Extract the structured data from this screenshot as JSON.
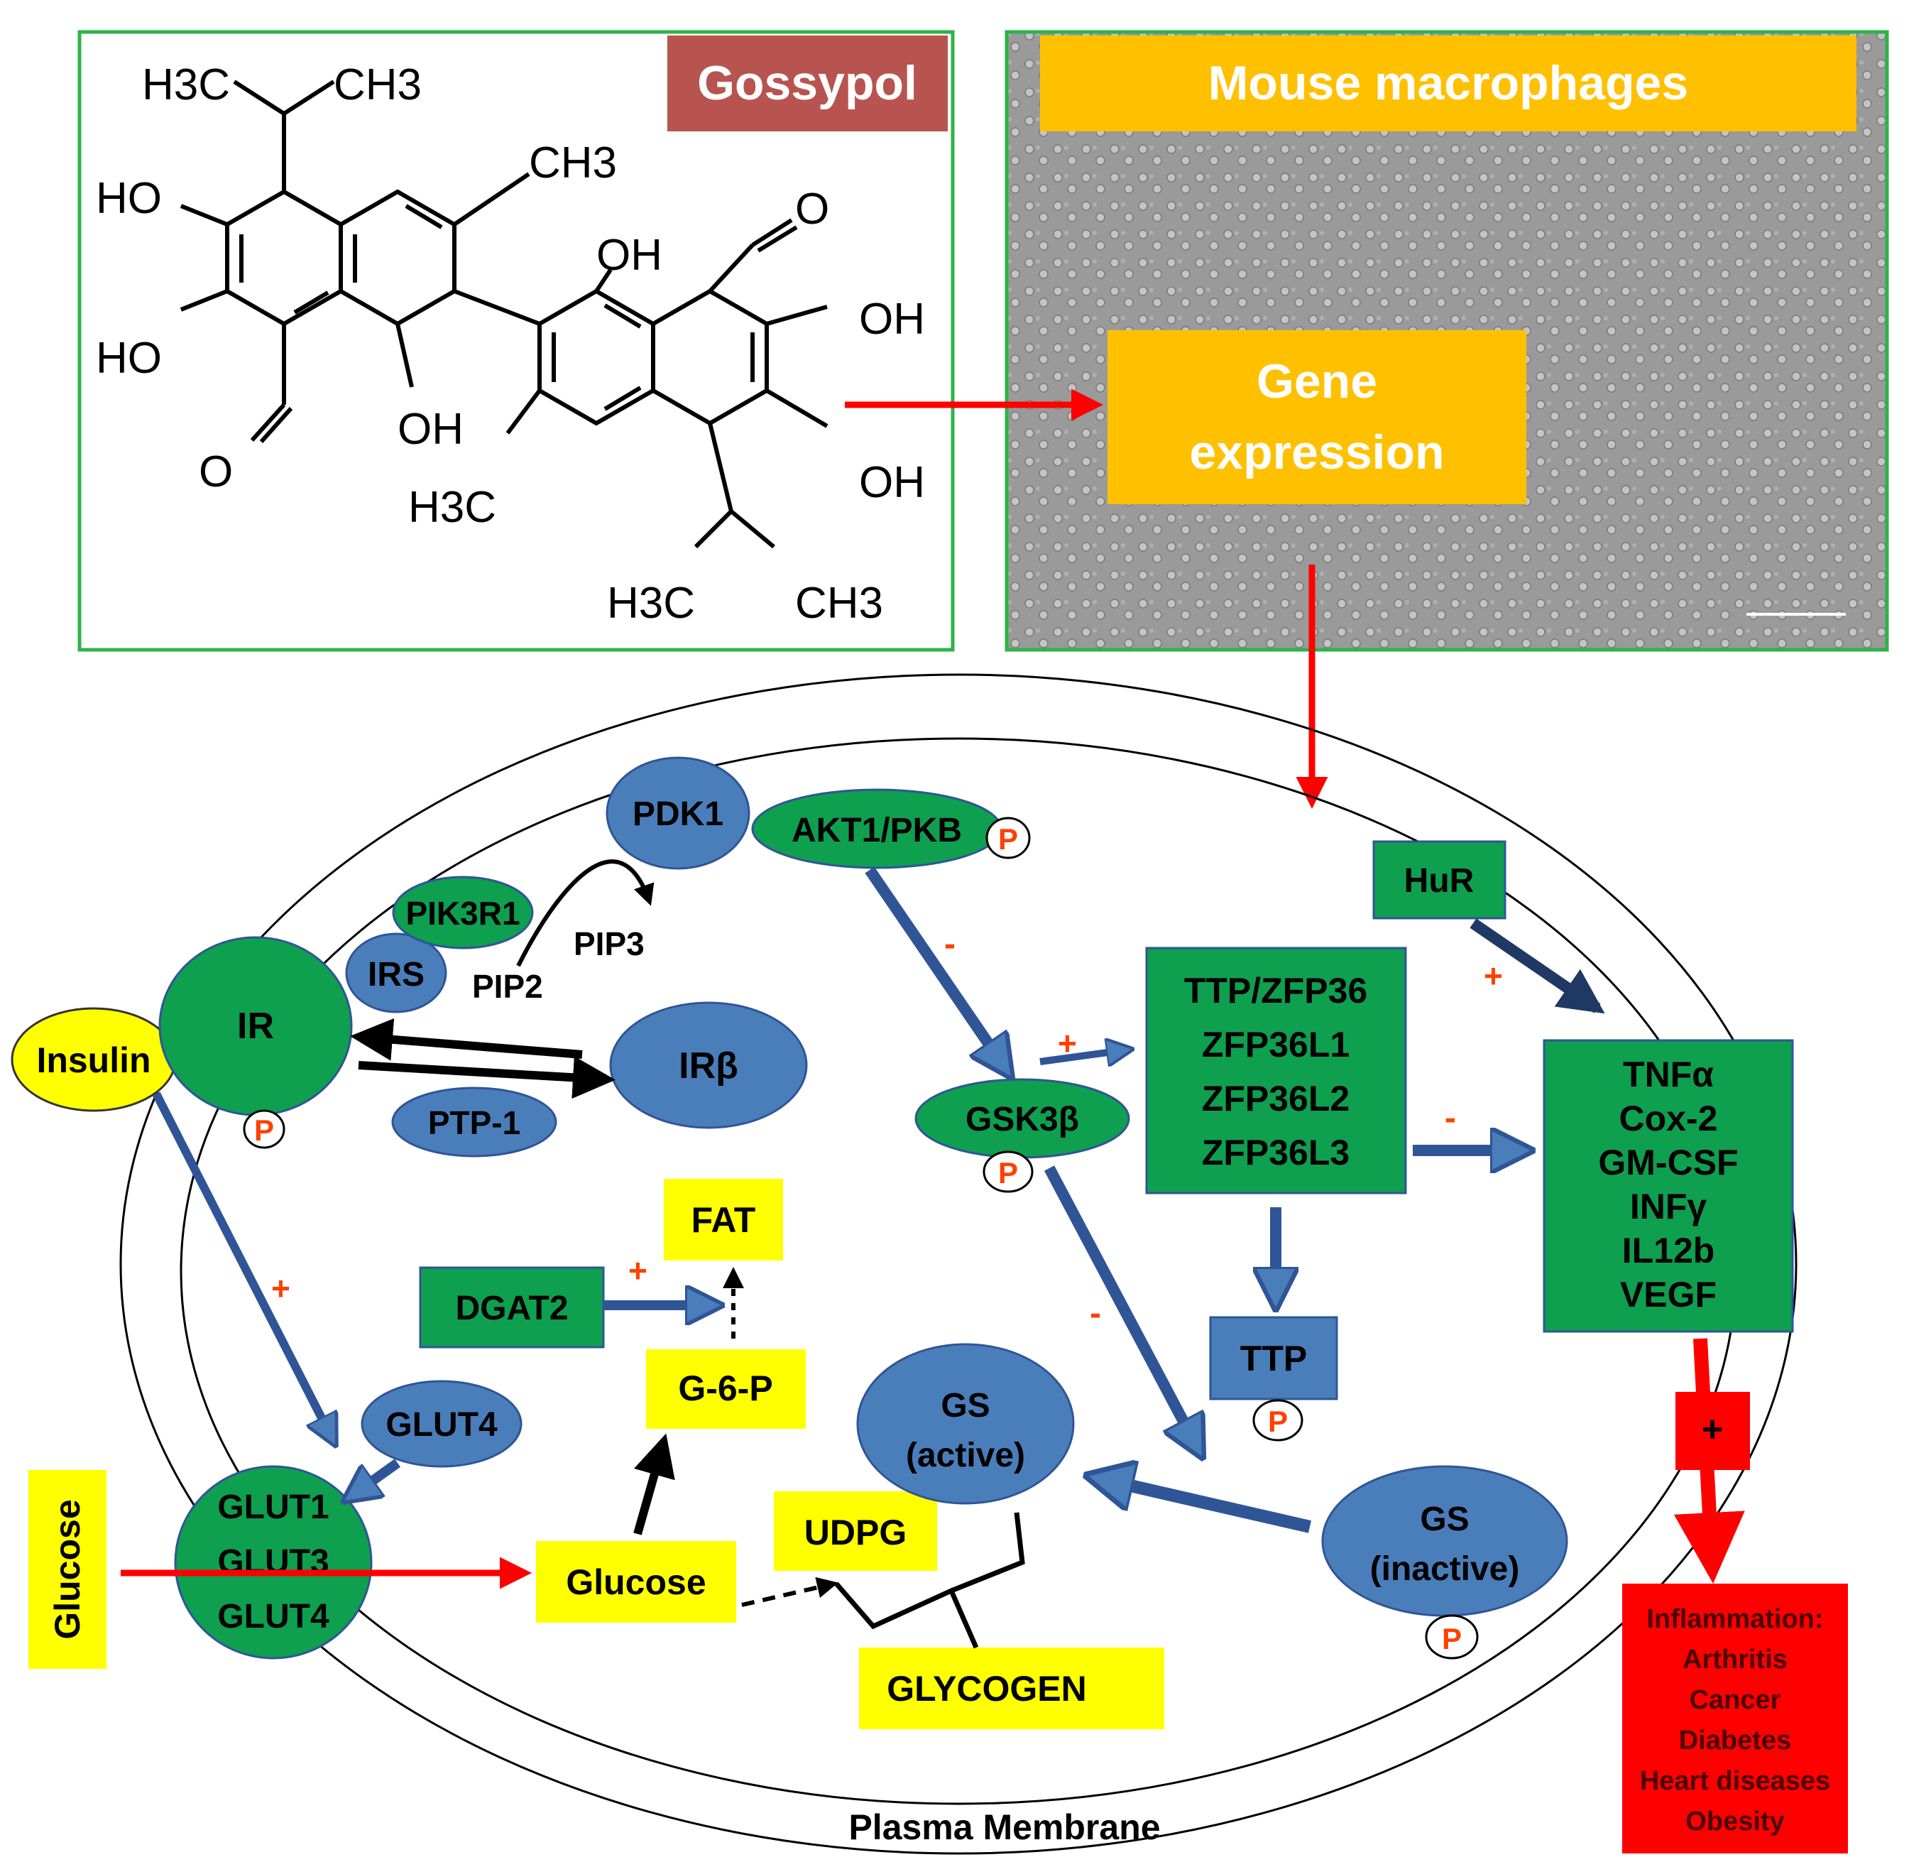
{
  "panels": {
    "gossypol_label": "Gossypol",
    "macrophage_label": "Mouse macrophages",
    "gene_expression": [
      "Gene",
      "expression"
    ]
  },
  "chemistry": {
    "isopropyl_top": [
      "H3C",
      "CH3"
    ],
    "isopropyl_bottom": [
      "H3C",
      "CH3"
    ],
    "hydroxyls": [
      "HO",
      "HO",
      "OH",
      "OH",
      "OH",
      "OH"
    ],
    "methyls": [
      "CH3",
      "H3C"
    ],
    "aldehyde_oxygen": [
      "O",
      "O"
    ]
  },
  "cell": {
    "membrane_label": "Plasma Membrane",
    "nodes": {
      "insulin": "Insulin",
      "ir": "IR",
      "irs": "IRS",
      "pik3r1": "PIK3R1",
      "pdk1": "PDK1",
      "akt": "AKT1/PKB",
      "pip2": "PIP2",
      "pip3": "PIP3",
      "ir_beta": "IRβ",
      "ptp1": "PTP-1",
      "gsk3b": "GSK3β",
      "hur": "HuR",
      "zfp_list": [
        "TTP/ZFP36",
        "ZFP36L1",
        "ZFP36L2",
        "ZFP36L3"
      ],
      "cytokines": [
        "TNFα",
        "Cox-2",
        "GM-CSF",
        "INFγ",
        "IL12b",
        "VEGF"
      ],
      "ttp": "TTP",
      "fat": "FAT",
      "dgat2": "DGAT2",
      "g6p": "G-6-P",
      "glut4": "GLUT4",
      "glut_list": [
        "GLUT1",
        "GLUT3",
        "GLUT4"
      ],
      "glucose_outside": "Glucose",
      "glucose_inside": "Glucose",
      "udpg": "UDPG",
      "glycogen": "GLYCOGEN",
      "gs_active": [
        "GS",
        "(active)"
      ],
      "gs_inactive": [
        "GS",
        "(inactive)"
      ],
      "phospho": "P"
    },
    "signs": {
      "plus": "+",
      "minus": "-"
    },
    "outcome": {
      "title": "Inflammation:",
      "items": [
        "Arthritis",
        "Cancer",
        "Diabetes",
        "Heart diseases",
        "Obesity"
      ]
    }
  },
  "colors": {
    "green": "#0e9f4f",
    "blue": "#4a7ebb",
    "yellow": "#ffff00",
    "orange": "#ffc000",
    "red": "#ff0000",
    "gossypol_bg": "#b85450",
    "panel_border": "#2db34a"
  }
}
